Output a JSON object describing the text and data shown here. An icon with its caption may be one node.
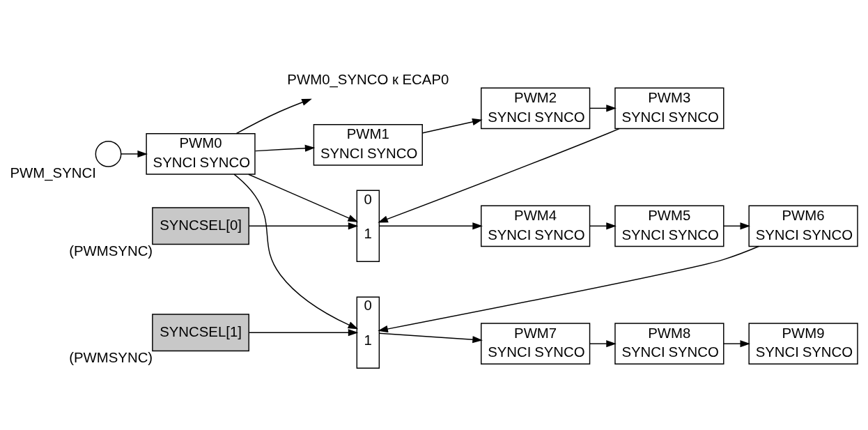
{
  "diagram": {
    "nodes": [
      {
        "text": [],
        "shape": "circle",
        "beside": [
          "PWM_SYNCI"
        ]
      },
      {
        "text": [
          "PWM0",
          "SYNCI",
          "SYNCO"
        ]
      },
      {
        "text": [
          "PWM0_SYNCO к ECAP0"
        ]
      },
      {
        "text": [
          "PWM1",
          "SYNCI",
          "SYNCO"
        ]
      },
      {
        "text": [
          "PWM2",
          "SYNCI",
          "SYNCO"
        ]
      },
      {
        "text": [
          "PWM3",
          "SYNCI",
          "SYNCO"
        ]
      },
      {
        "text": [
          "0",
          "1"
        ]
      },
      {
        "text": [
          "PWM4",
          "SYNCI",
          "SYNCO"
        ]
      },
      {
        "text": [
          "PWM5",
          "SYNCI",
          "SYNCO"
        ]
      },
      {
        "text": [
          "PWM6",
          "SYNCI",
          "SYNCO"
        ]
      },
      {
        "text": [
          "SYNCSEL[0]"
        ],
        "beside": [
          "(PWMSYNC)"
        ]
      },
      {
        "text": [
          "0",
          "1"
        ]
      },
      {
        "text": [
          "PWM7",
          "SYNCI",
          "SYNCO"
        ]
      },
      {
        "text": [
          "PWM8",
          "SYNCI",
          "SYNCO"
        ]
      },
      {
        "text": [
          "PWM9",
          "SYNCI",
          "SYNCO"
        ]
      },
      {
        "text": [
          "SYNCSEL[1]"
        ],
        "beside": [
          "(PWMSYNC)"
        ]
      }
    ],
    "edges": [
      {
        "from": 0,
        "to": 1,
        "arrow": "to"
      },
      {
        "from": 1,
        "to": 2,
        "arrow": "to"
      },
      {
        "from": 1,
        "to": 3,
        "arrow": "to"
      },
      {
        "from": 3,
        "to": 4,
        "arrow": "to"
      },
      {
        "from": 4,
        "to": 5,
        "arrow": "to"
      },
      {
        "from": 5,
        "to": 6,
        "arrow": "to"
      },
      {
        "from": 1,
        "to": 6,
        "arrow": "to"
      },
      {
        "from": 10,
        "to": 6,
        "arrow": "to"
      },
      {
        "from": 6,
        "to": 7,
        "arrow": "to"
      },
      {
        "from": 7,
        "to": 8,
        "arrow": "to"
      },
      {
        "from": 8,
        "to": 9,
        "arrow": "to"
      },
      {
        "from": 9,
        "to": 11,
        "arrow": "to"
      },
      {
        "from": 1,
        "to": 11,
        "arrow": "to"
      },
      {
        "from": 15,
        "to": 11,
        "arrow": "to"
      },
      {
        "from": 11,
        "to": 12,
        "arrow": "to"
      },
      {
        "from": 12,
        "to": 13,
        "arrow": "to"
      },
      {
        "from": 13,
        "to": 14,
        "arrow": "to"
      }
    ]
  }
}
